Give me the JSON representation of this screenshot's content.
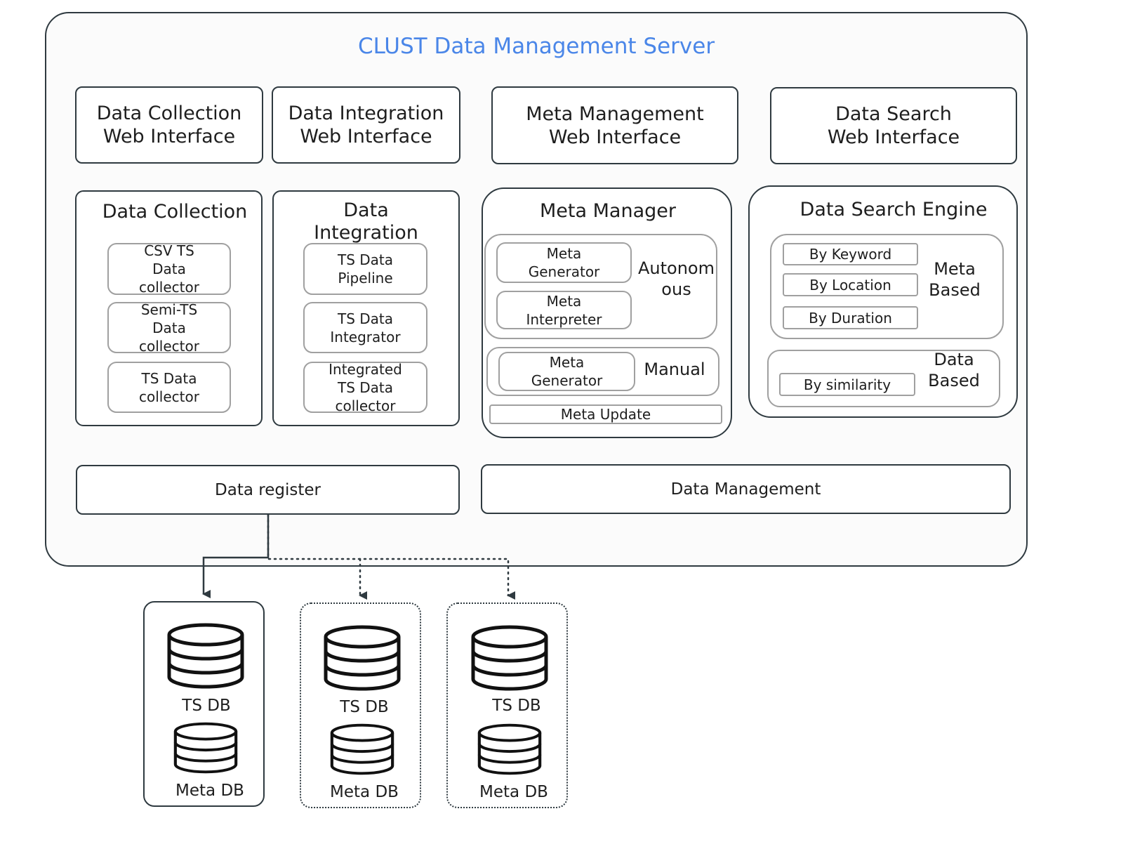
{
  "title": "CLUST Data Management Server",
  "web_interfaces": [
    {
      "line1": "Data Collection",
      "line2": "Web Interface"
    },
    {
      "line1": "Data Integration",
      "line2": "Web Interface"
    },
    {
      "line1": "Meta Management",
      "line2": "Web Interface"
    },
    {
      "line1": "Data Search",
      "line2": "Web Interface"
    }
  ],
  "data_collection": {
    "title": "Data Collection",
    "modules": [
      {
        "l1": "CSV TS",
        "l2": "Data",
        "l3": "collector"
      },
      {
        "l1": "Semi-TS",
        "l2": "Data",
        "l3": "collector"
      },
      {
        "l1": "TS Data",
        "l2": "collector"
      }
    ]
  },
  "data_integration": {
    "title1": "Data",
    "title2": "Integration",
    "modules": [
      {
        "l1": "TS Data",
        "l2": "Pipeline"
      },
      {
        "l1": "TS Data",
        "l2": "Integrator"
      },
      {
        "l1": "Integrated",
        "l2": "TS Data",
        "l3": "collector"
      }
    ]
  },
  "meta_manager": {
    "title": "Meta Manager",
    "autonomous": {
      "label1": "Autonom",
      "label2": "ous",
      "modules": [
        {
          "l1": "Meta",
          "l2": "Generator"
        },
        {
          "l1": "Meta",
          "l2": "Interpreter"
        }
      ]
    },
    "manual": {
      "label": "Manual",
      "module": {
        "l1": "Meta",
        "l2": "Generator"
      }
    },
    "update": "Meta Update"
  },
  "data_search": {
    "title": "Data Search Engine",
    "meta_based": {
      "label1": "Meta",
      "label2": "Based",
      "items": [
        "By Keyword",
        "By Location",
        "By Duration"
      ]
    },
    "data_based": {
      "label1": "Data",
      "label2": "Based",
      "item": "By similarity"
    }
  },
  "data_register": "Data register",
  "data_management": "Data Management",
  "databases": [
    {
      "ts": "TS DB",
      "meta": "Meta DB"
    },
    {
      "ts": "TS DB",
      "meta": "Meta DB"
    },
    {
      "ts": "TS DB",
      "meta": "Meta DB"
    }
  ],
  "colors": {
    "title": "#4a86e8",
    "border": "#2f3a40",
    "module_border": "#a0a0a0"
  }
}
